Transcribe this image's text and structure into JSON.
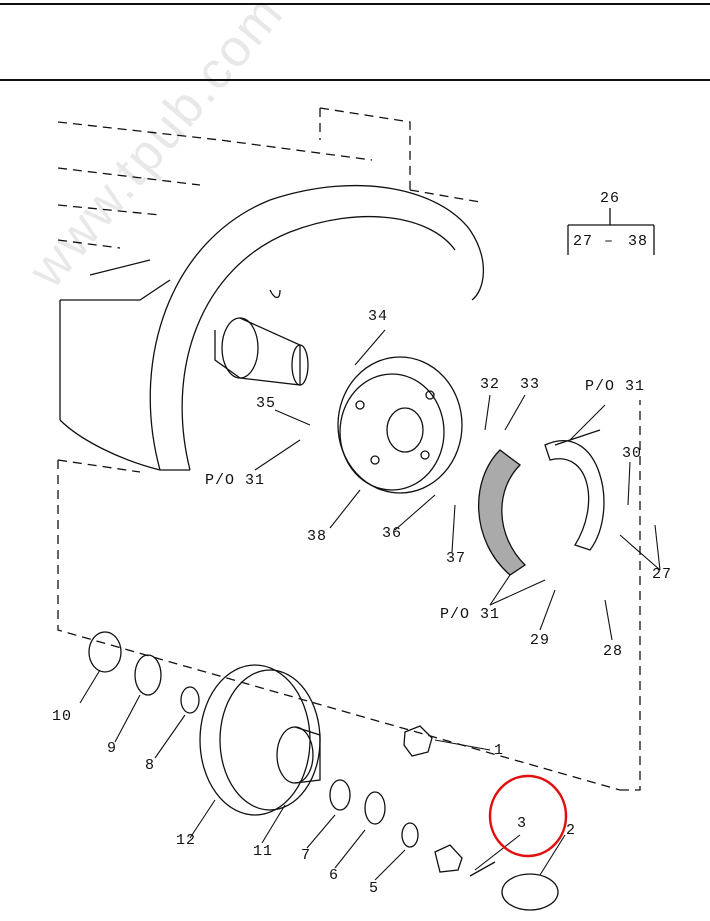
{
  "watermark": "www.tpub.com",
  "group_ref": {
    "top": "26",
    "range_start": "27",
    "dash": "–",
    "range_end": "38"
  },
  "labels": {
    "l1": "1",
    "l2": "2",
    "l3": "3",
    "l5": "5",
    "l6": "6",
    "l7": "7",
    "l8": "8",
    "l9": "9",
    "l10": "10",
    "l11": "11",
    "l12": "12",
    "l27": "27",
    "l28": "28",
    "l29": "29",
    "l30": "30",
    "l32": "32",
    "l33": "33",
    "l34": "34",
    "l35": "35",
    "l36": "36",
    "l37": "37",
    "l38": "38",
    "po31_left": "P/O 31",
    "po31_right": "P/O 31",
    "po31_bottom": "P/O 31"
  },
  "highlight_color": "#e01010"
}
